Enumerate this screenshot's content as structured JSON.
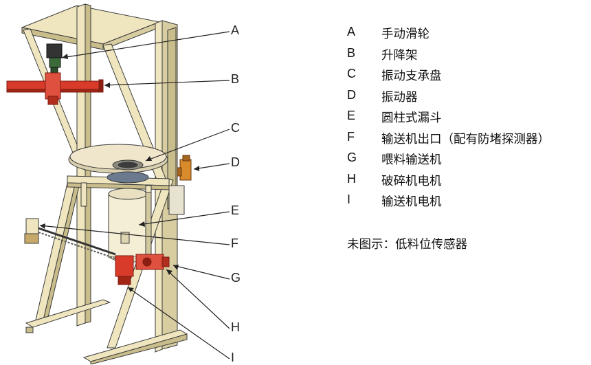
{
  "callouts": [
    {
      "letter": "A"
    },
    {
      "letter": "B"
    },
    {
      "letter": "C"
    },
    {
      "letter": "D"
    },
    {
      "letter": "E"
    },
    {
      "letter": "F"
    },
    {
      "letter": "G"
    },
    {
      "letter": "H"
    },
    {
      "letter": "I"
    }
  ],
  "legend": [
    {
      "key": "A",
      "label": "手动滑轮"
    },
    {
      "key": "B",
      "label": "升降架"
    },
    {
      "key": "C",
      "label": "振动支承盘"
    },
    {
      "key": "D",
      "label": "振动器"
    },
    {
      "key": "E",
      "label": "圆柱式漏斗"
    },
    {
      "key": "F",
      "label": "输送机出口（配有防堵探测器）"
    },
    {
      "key": "G",
      "label": "喂料输送机"
    },
    {
      "key": "H",
      "label": "破碎机电机"
    },
    {
      "key": "I",
      "label": "输送机电机"
    }
  ],
  "note": "未图示：低料位传感器",
  "colors": {
    "frame": "#efe6bf",
    "frame_shade": "#c9bd8c",
    "outline": "#3a3a3a",
    "red_part": "#d93b2b",
    "orange_part": "#d98a2b",
    "dark_part": "#333333"
  }
}
